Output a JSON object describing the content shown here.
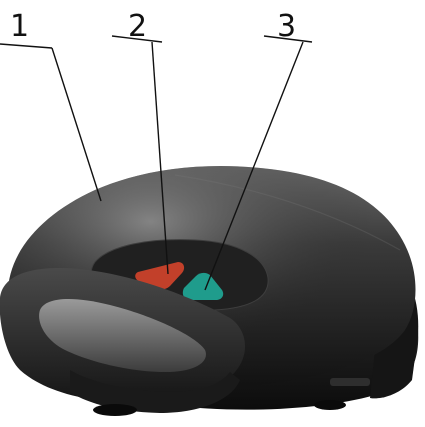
{
  "callouts": [
    {
      "label": "1"
    },
    {
      "label": "2"
    },
    {
      "label": "3"
    }
  ],
  "device": {
    "name_icon": "sandwich-maker-icon",
    "body_color": "#1c1c1c",
    "highlight_color": "#5b5b5b",
    "indicator_left_color": "#c2402a",
    "indicator_right_color": "#1f9c8c"
  }
}
